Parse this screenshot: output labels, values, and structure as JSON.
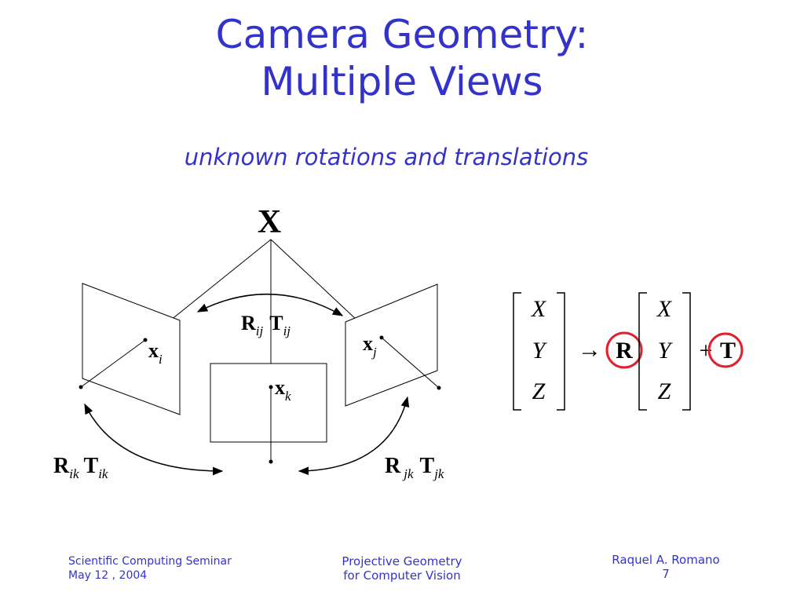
{
  "slide": {
    "title_line1": "Camera Geometry:",
    "title_line2": "Multiple Views",
    "subtitle": "unknown rotations and translations"
  },
  "diagram": {
    "point_label": "X",
    "image_points": [
      {
        "base": "x",
        "sub": "i"
      },
      {
        "base": "x",
        "sub": "j"
      },
      {
        "base": "x",
        "sub": "k"
      }
    ],
    "transforms": [
      {
        "R": "R",
        "R_sub": "ij",
        "T": "T",
        "T_sub": "ij"
      },
      {
        "R": "R",
        "R_sub": "ik",
        "T": "T",
        "T_sub": "ik"
      },
      {
        "R": "R",
        "R_sub": "jk",
        "T": "T",
        "T_sub": "jk"
      }
    ]
  },
  "equation": {
    "left_vector": [
      "X",
      "Y",
      "Z"
    ],
    "arrow": "→",
    "rotation": "R",
    "right_vector": [
      "X",
      "Y",
      "Z"
    ],
    "plus": "+",
    "translation": "T",
    "highlight_color": "#e0202a"
  },
  "footer": {
    "left_line1": "Scientific Computing Seminar",
    "left_line2": "May 12 , 2004",
    "center_line1": "Projective Geometry",
    "center_line2": "for Computer Vision",
    "right_line1": "Raquel A. Romano",
    "right_line2": "7"
  },
  "colors": {
    "heading": "#3333cc",
    "ink": "#000000"
  }
}
